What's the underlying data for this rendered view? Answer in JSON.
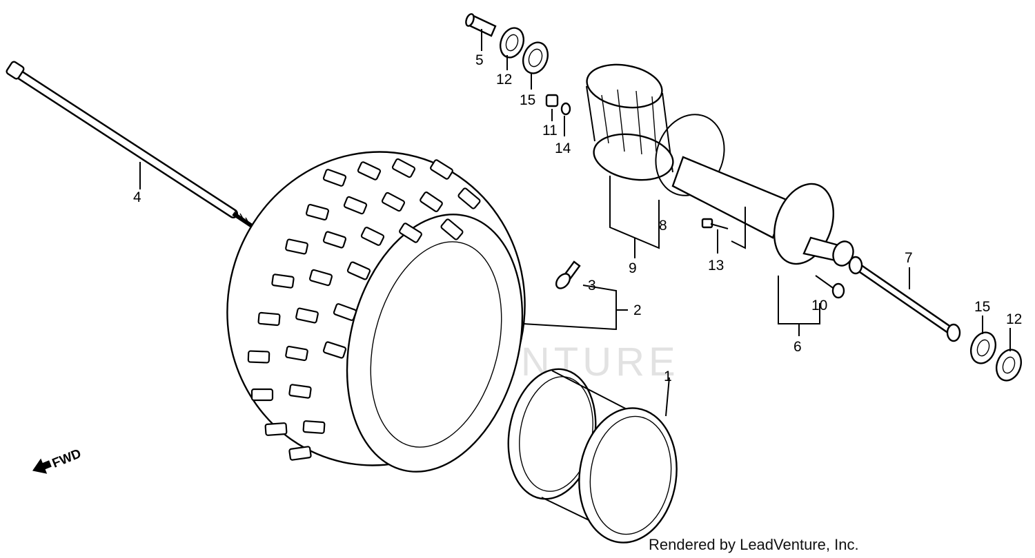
{
  "watermark": "LEADVENTURE",
  "credit": "Rendered by LeadVenture, Inc.",
  "direction_label": "FWD",
  "callouts": {
    "c1": "1",
    "c2": "2",
    "c3": "3",
    "c4": "4",
    "c5": "5",
    "c6": "6",
    "c7": "7",
    "c8": "8",
    "c9": "9",
    "c10": "10",
    "c11": "11",
    "c12a": "12",
    "c12b": "12",
    "c13": "13",
    "c14": "14",
    "c15a": "15",
    "c15b": "15"
  }
}
